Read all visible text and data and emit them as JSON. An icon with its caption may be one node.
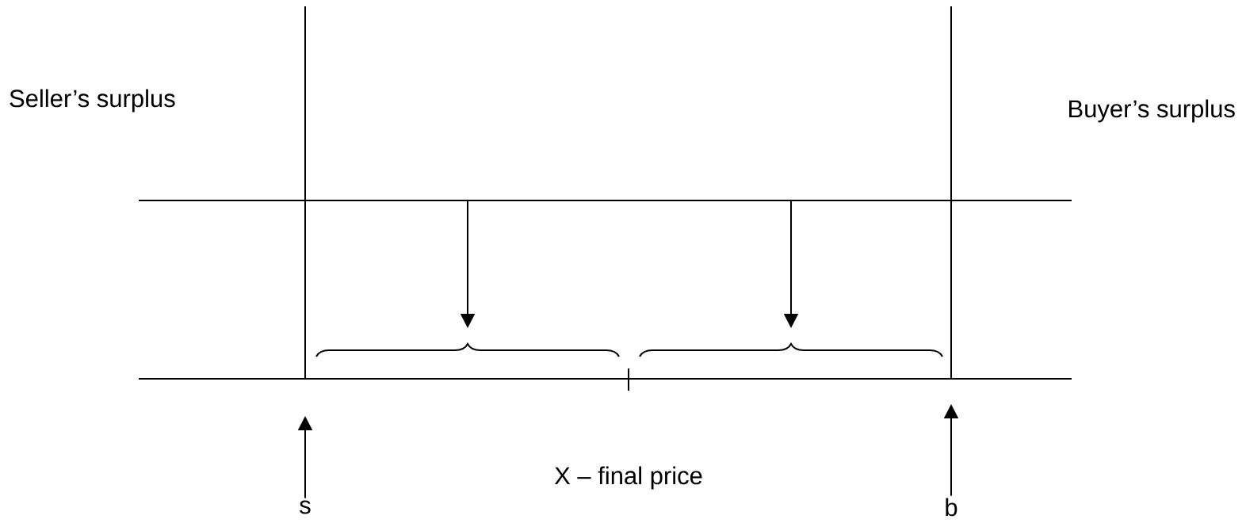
{
  "diagram": {
    "nodes": [
      {
        "text": [
          "s"
        ]
      },
      {
        "text": [
          "b"
        ]
      },
      {
        "text": [],
        "shape": "brace"
      },
      {
        "text": [],
        "shape": "brace"
      }
    ],
    "edges": [
      {
        "from": 0,
        "to": null,
        "arrow": "to"
      },
      {
        "from": 1,
        "to": null,
        "arrow": "to"
      },
      {
        "from": null,
        "to": 2,
        "arrow": "to"
      },
      {
        "from": null,
        "to": 3,
        "arrow": "to"
      }
    ],
    "labels": [
      "Seller’s surplus",
      "Buyer’s surplus",
      "X – final price"
    ]
  }
}
